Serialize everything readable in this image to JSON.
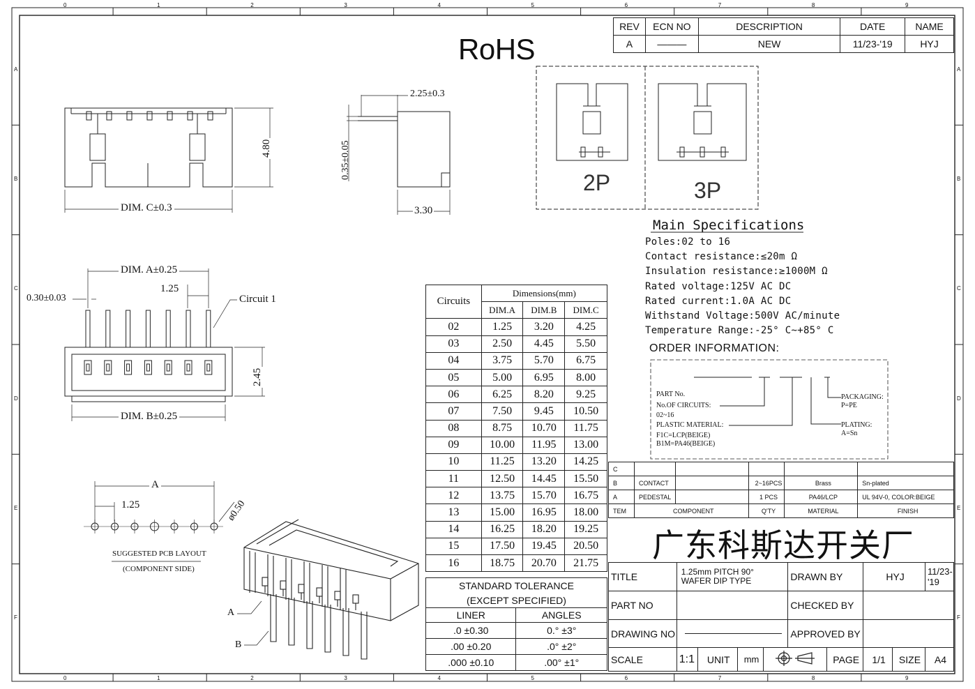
{
  "rohs": "RoHS",
  "border_marks": {
    "cols": [
      "0",
      "1",
      "2",
      "3",
      "4",
      "5",
      "6",
      "7",
      "8",
      "9"
    ],
    "rows": [
      "A",
      "B",
      "C",
      "D",
      "E",
      "F"
    ]
  },
  "revision_table": {
    "headers": [
      "REV",
      "ECN NO",
      "DESCRIPTION",
      "DATE",
      "NAME"
    ],
    "row": [
      "A",
      "———",
      "NEW",
      "11/23-'19",
      "HYJ"
    ]
  },
  "top_view": {
    "dim_c": "DIM. C±0.3",
    "height": "4.80"
  },
  "side_view": {
    "dim1": "2.25±0.3",
    "dim2": "0.35±0.05",
    "dim3": "3.30"
  },
  "variants": [
    "2P",
    "3P"
  ],
  "front_view": {
    "dim_a": "DIM. A±0.25",
    "pitch": "1.25",
    "pin_width": "0.30±0.03",
    "circuit": "Circuit 1",
    "height": "2.45",
    "dim_b": "DIM. B±0.25"
  },
  "pcb_layout": {
    "a": "A",
    "pitch": "1.25",
    "hole": "ø0.50",
    "title": "SUGGESTED PCB LAYOUT",
    "subtitle": "(COMPONENT SIDE)"
  },
  "iso_labels": {
    "a": "A",
    "b": "B"
  },
  "main_specs": {
    "title": "Main Specifications",
    "lines": [
      "Poles:02 to 16",
      "Contact resistance:≤20m Ω",
      "Insulation resistance:≥1000M Ω",
      "Rated voltage:125V AC DC",
      "Rated current:1.0A AC DC",
      "Withstand Voltage:500V AC/minute",
      "Temperature Range:-25° C~+85° C"
    ]
  },
  "order_info": {
    "title": "ORDER INFORMATION:",
    "part_no": "PART No.",
    "circuits_label": "No.OF CIRCUITS:",
    "circuits_value": "02~16",
    "plastic_label": "PLASTIC MATERIAL:",
    "plastic_v1": "F1C=LCP(BEIGE)",
    "plastic_v2": "B1M=PA46(BEIGE)",
    "packaging_label": "PACKAGING:",
    "packaging_value": "P=PE",
    "plating_label": "PLATING:",
    "plating_value": "A=Sn"
  },
  "dimensions_table": {
    "circuits_header": "Circuits",
    "group_header": "Dimensions(mm)",
    "col_headers": [
      "DIM.A",
      "DIM.B",
      "DIM.C"
    ],
    "rows": [
      [
        "02",
        "1.25",
        "3.20",
        "4.25"
      ],
      [
        "03",
        "2.50",
        "4.45",
        "5.50"
      ],
      [
        "04",
        "3.75",
        "5.70",
        "6.75"
      ],
      [
        "05",
        "5.00",
        "6.95",
        "8.00"
      ],
      [
        "06",
        "6.25",
        "8.20",
        "9.25"
      ],
      [
        "07",
        "7.50",
        "9.45",
        "10.50"
      ],
      [
        "08",
        "8.75",
        "10.70",
        "11.75"
      ],
      [
        "09",
        "10.00",
        "11.95",
        "13.00"
      ],
      [
        "10",
        "11.25",
        "13.20",
        "14.25"
      ],
      [
        "11",
        "12.50",
        "14.45",
        "15.50"
      ],
      [
        "12",
        "13.75",
        "15.70",
        "16.75"
      ],
      [
        "13",
        "15.00",
        "16.95",
        "18.00"
      ],
      [
        "14",
        "16.25",
        "18.20",
        "19.25"
      ],
      [
        "15",
        "17.50",
        "19.45",
        "20.50"
      ],
      [
        "16",
        "18.75",
        "20.70",
        "21.75"
      ]
    ]
  },
  "tolerance": {
    "title1": "STANDARD TOLERANCE",
    "title2": "(EXCEPT  SPECIFIED)",
    "liner": "LINER",
    "angles": "ANGLES",
    "rows": [
      [
        ".0  ±0.30",
        "0.°  ±3°"
      ],
      [
        ".00  ±0.20",
        ".0°  ±2°"
      ],
      [
        ".000 ±0.10",
        ".00° ±1°"
      ]
    ]
  },
  "bom": {
    "rows": [
      [
        "C",
        "",
        "",
        "",
        "",
        ""
      ],
      [
        "B",
        "CONTACT",
        "",
        "2~16PCS",
        "Brass",
        "Sn-plated"
      ],
      [
        "A",
        "PEDESTAL",
        "",
        "1 PCS",
        "PA46/LCP",
        "UL 94V-0, COLOR:BEIGE"
      ]
    ],
    "header": [
      "TEM",
      "COMPONENT",
      "Q'TY",
      "MATERIAL",
      "FINISH"
    ]
  },
  "company": "广东科斯达开关厂",
  "title_block": {
    "title_label": "TITLE",
    "title_l1": "1.25mm PITCH 90°",
    "title_l2": "WAFER DIP TYPE",
    "drawn_by_label": "DRAWN BY",
    "drawn_by": "HYJ",
    "drawn_date": "11/23-'19",
    "part_no_label": "PART NO",
    "checked_by_label": "CHECKED BY",
    "drawing_no_label": "DRAWING NO",
    "approved_by_label": "APPROVED BY",
    "scale_label": "SCALE",
    "scale": "1:1",
    "unit_label": "UNIT",
    "unit": "mm",
    "page_label": "PAGE",
    "page": "1/1",
    "size_label": "SIZE",
    "size": "A4"
  }
}
